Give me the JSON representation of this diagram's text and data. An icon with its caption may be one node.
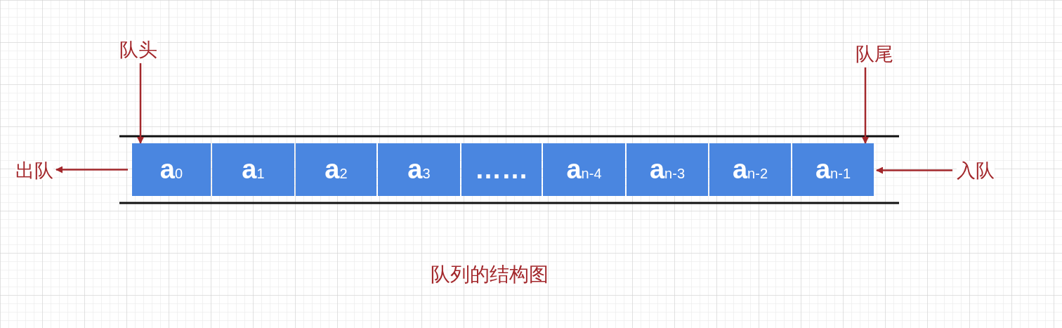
{
  "diagram": {
    "caption": "队列的结构图",
    "nodes": [
      {
        "text": [
          "队头"
        ]
      },
      {
        "text": [
          "队尾"
        ]
      },
      {
        "text": [
          "出队"
        ]
      },
      {
        "text": [
          "a$_{0}$"
        ]
      },
      {
        "text": [
          "a$_{1}$"
        ]
      },
      {
        "text": [
          "a$_{2}$"
        ]
      },
      {
        "text": [
          "a$_{3}$"
        ]
      },
      {
        "text": [
          "……"
        ]
      },
      {
        "text": [
          "a$_{n-4}$"
        ]
      },
      {
        "text": [
          "a$_{n-3}$"
        ]
      },
      {
        "text": [
          "a$_{n-2}$"
        ]
      },
      {
        "text": [
          "a$_{n-1}$"
        ]
      },
      {
        "text": [
          "入队"
        ]
      }
    ],
    "edges": [
      {
        "from": 0,
        "to": 3,
        "arrow": "to"
      },
      {
        "from": 1,
        "to": 11,
        "arrow": "to"
      },
      {
        "from": 3,
        "to": 2,
        "arrow": "to"
      },
      {
        "from": 12,
        "to": 11,
        "arrow": "to"
      }
    ]
  }
}
